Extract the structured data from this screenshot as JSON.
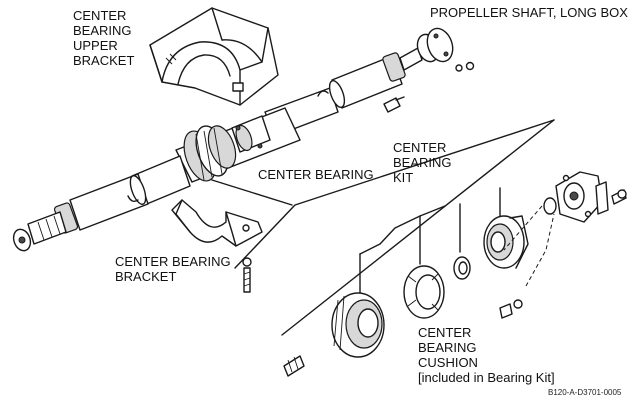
{
  "labels": {
    "upper_bracket": [
      "CENTER",
      "BEARING",
      "UPPER",
      "BRACKET"
    ],
    "propeller_shaft": "PROPELLER SHAFT, LONG BOX",
    "center_bearing": "CENTER BEARING",
    "bearing_kit": [
      "CENTER",
      "BEARING",
      "KIT"
    ],
    "bearing_bracket": [
      "CENTER BEARING",
      "BRACKET"
    ],
    "bearing_cushion": [
      "CENTER",
      "BEARING",
      "CUSHION",
      "[included in Bearing Kit]"
    ]
  },
  "figure_code": "B120-A-D3701-0005"
}
